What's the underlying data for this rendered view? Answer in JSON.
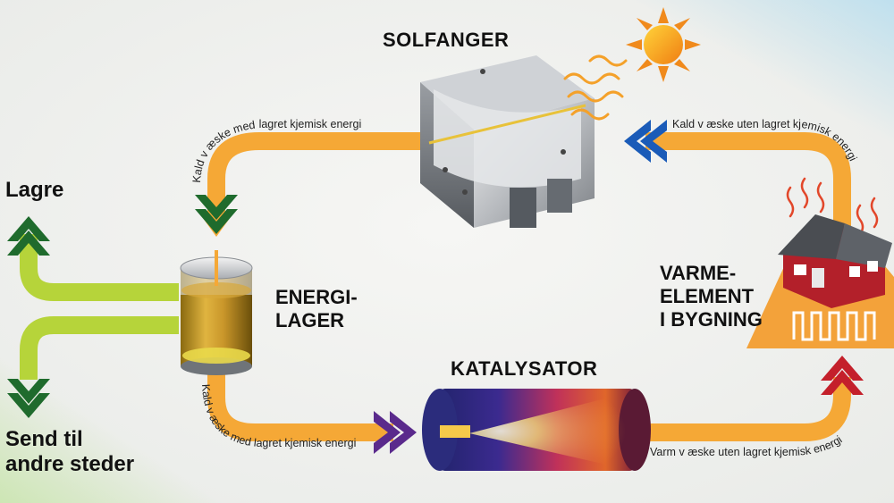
{
  "diagram": {
    "title_collector": "SOLFANGER",
    "title_storage_line1": "ENERGI-",
    "title_storage_line2": "LAGER",
    "title_catalyst": "KATALYSATOR",
    "title_heater_line1": "VARME-",
    "title_heater_line2": "ELEMENT",
    "title_heater_line3": "I BYGNING",
    "label_store": "Lagre",
    "label_send_line1": "Send til",
    "label_send_line2": "andre steder",
    "flow_top_left": "Kald v æske med lagret kjemisk energi",
    "flow_top_right": "Kald v æske uten lagret kjemisk energi",
    "flow_bottom_left": "Kald v æske med lagret kjemisk energi",
    "flow_bottom_right": "Varm v æske uten lagret kjemisk energi"
  },
  "colors": {
    "pipe": "#f5a836",
    "green_arrow": "#1f6b2d",
    "blue_arrow": "#1a5bb8",
    "purple_arrow": "#5a2a8c",
    "red_arrow": "#c4202b",
    "branch_green": "#b6d43a",
    "sun": "#f08a1c",
    "heat_waves": "#f4a12a",
    "house_red": "#b3202a"
  },
  "icons": [
    "sun-icon",
    "heat-waves-icon",
    "house-icon",
    "solar-collector-icon",
    "storage-tank-icon",
    "catalyst-tank-icon"
  ]
}
